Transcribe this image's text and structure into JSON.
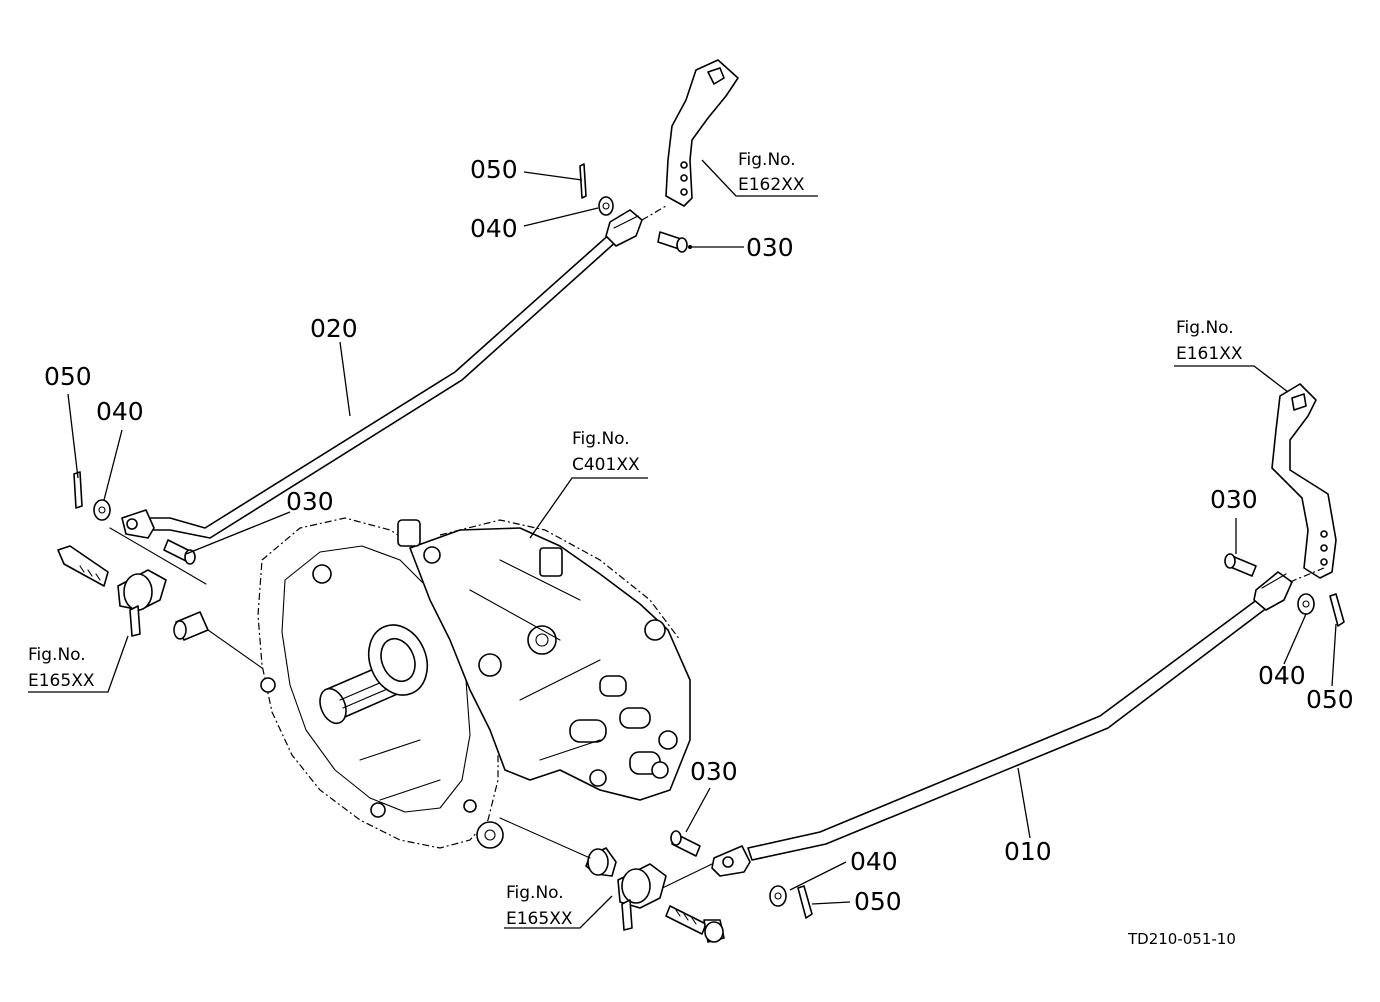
{
  "part_numbers": {
    "rod_main": "010",
    "rod_upper": "020",
    "pin_upper": "030",
    "pin_left": "030",
    "pin_right": "030",
    "pin_lower": "030",
    "washer_upper": "040",
    "washer_left": "040",
    "washer_right": "040",
    "washer_lower": "040",
    "cotter_upper": "050",
    "cotter_left": "050",
    "cotter_right": "050",
    "cotter_lower": "050"
  },
  "figure_refs": {
    "fig_label": "Fig.No.",
    "upper_arm": "E162XX",
    "right_arm": "E161XX",
    "transmission": "C401XX",
    "left_bracket": "E165XX",
    "lower_bracket": "E165XX"
  },
  "drawing_code": "TD210-051-10"
}
